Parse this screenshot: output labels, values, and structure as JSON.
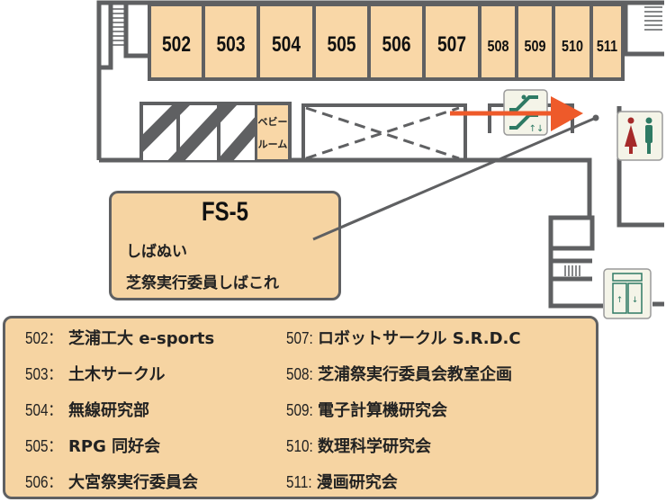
{
  "rooms": [
    {
      "number": "502"
    },
    {
      "number": "503"
    },
    {
      "number": "504"
    },
    {
      "number": "505"
    },
    {
      "number": "506"
    },
    {
      "number": "507"
    },
    {
      "number": "508"
    },
    {
      "number": "509"
    },
    {
      "number": "510"
    },
    {
      "number": "511"
    }
  ],
  "baby_room": {
    "line1": "ベビー",
    "line2": "ルーム"
  },
  "callout": {
    "title": "FS-5",
    "line1": "しばぬい",
    "line2": "芝祭実行委員しばこれ"
  },
  "legend": [
    {
      "num": "502：",
      "name": "芝浦工大 e-sports"
    },
    {
      "num": "503：",
      "name": "土木サークル"
    },
    {
      "num": "504：",
      "name": "無線研究部"
    },
    {
      "num": "505：",
      "name": "RPG 同好会"
    },
    {
      "num": "506：",
      "name": "大宮祭実行委員会"
    },
    {
      "num": "507:",
      "name": "ロボットサークル S.R.D.C"
    },
    {
      "num": "508:",
      "name": "芝浦祭実行委員会教室企画"
    },
    {
      "num": "509:",
      "name": "電子計算機研究会"
    },
    {
      "num": "510:",
      "name": "数理科学研究会"
    },
    {
      "num": "511:",
      "name": "漫画研究会"
    }
  ],
  "colors": {
    "room": "#f9d7a7",
    "wall": "#5f6062",
    "arrow": "#ee5a2a",
    "icon_green": "#2e7a64",
    "icon_red": "#a52a2a"
  }
}
